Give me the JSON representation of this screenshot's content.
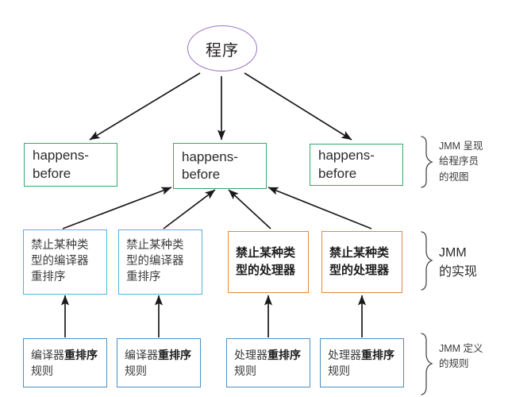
{
  "diagram": {
    "title_node": {
      "label": "程序"
    },
    "hb_row": [
      {
        "id": "hb-left",
        "label": "happens-\nbefore"
      },
      {
        "id": "hb-center",
        "label": "happens-\nbefore"
      },
      {
        "id": "hb-right",
        "label": "happens-\nbefore"
      }
    ],
    "impl_row": [
      {
        "id": "impl-1",
        "color": "#4fb3dc",
        "lines": [
          "禁止某种类",
          "型的编译器",
          "重排序"
        ]
      },
      {
        "id": "impl-2",
        "color": "#4fb3dc",
        "lines": [
          "禁止某种类",
          "型的编译器",
          "重排序"
        ]
      },
      {
        "id": "impl-3",
        "color": "#e08a3c",
        "lines": [
          "禁止某种类",
          "型的处理器"
        ]
      },
      {
        "id": "impl-4",
        "color": "#e08a3c",
        "lines": [
          "禁止某种类",
          "型的处理器"
        ]
      }
    ],
    "rule_row": [
      {
        "id": "rule-1",
        "lead": "编译器",
        "em": "重排序",
        "tail": "规则"
      },
      {
        "id": "rule-2",
        "lead": "编译器",
        "em": "重排序",
        "tail": "规则"
      },
      {
        "id": "rule-3",
        "lead": "处理器",
        "em": "重排序",
        "tail": "规则"
      },
      {
        "id": "rule-4",
        "lead": "处理器",
        "em": "重排序",
        "tail": "规则"
      }
    ],
    "annotations": [
      {
        "id": "annot-programmer-view",
        "lines": [
          "JMM 呈现",
          "给程序员",
          "的视图"
        ]
      },
      {
        "id": "annot-implementation",
        "lines": [
          "JMM",
          "的实现"
        ]
      },
      {
        "id": "annot-rules",
        "lines": [
          "JMM 定义",
          "的规则"
        ]
      }
    ],
    "colors": {
      "root_border": "#9a73c4",
      "happens_before_border": "#35a86b",
      "compiler_border": "#4fb3dc",
      "processor_border": "#e08a3c",
      "rule_border": "#4a90c4",
      "arrow": "#1a1a1a",
      "brace": "#4a4a4a",
      "background": "#ffffff"
    }
  }
}
